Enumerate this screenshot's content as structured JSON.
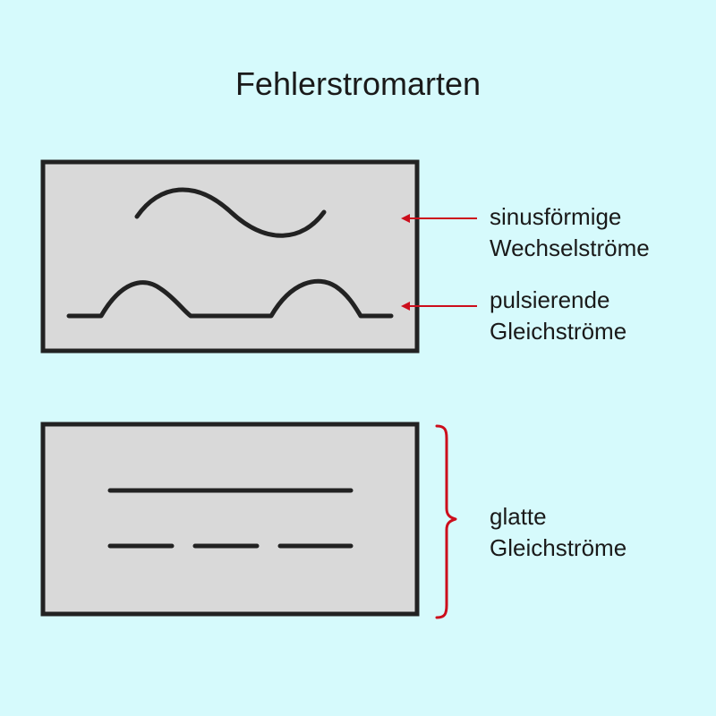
{
  "title": "Fehlerstromarten",
  "colors": {
    "background": "#d6fafc",
    "panel_fill": "#d9d9d9",
    "stroke": "#222222",
    "arrow": "#cc0e1c"
  },
  "labels": {
    "sinus": {
      "line1": "sinusförmige",
      "line2": "Wechselströme"
    },
    "pulsierend": {
      "line1": "pulsierende",
      "line2": "Gleichströme"
    },
    "glatt": {
      "line1": "glatte",
      "line2": "Gleichströme"
    }
  }
}
